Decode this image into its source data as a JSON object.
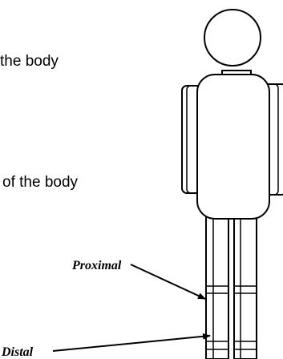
{
  "text_fragments": {
    "upper": "the body",
    "lower": "of the body"
  },
  "labels": {
    "proximal": "Proximal",
    "distal": "Distal"
  },
  "colors": {
    "stroke": "#000000",
    "background": "#ffffff"
  }
}
